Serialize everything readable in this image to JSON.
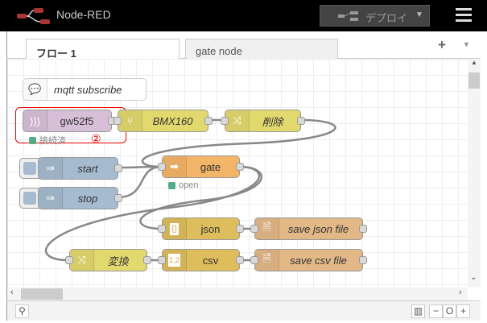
{
  "header": {
    "title": "Node-RED",
    "deploy_label": "デプロイ",
    "colors": {
      "background": "#000000",
      "logo": "#aa3333"
    }
  },
  "tabs": [
    {
      "label": "フロー 1",
      "active": true
    },
    {
      "label": "gate node",
      "active": false
    }
  ],
  "tabbar": {
    "add_icon": "plus-icon",
    "menu_icon": "chevron-down-icon"
  },
  "nodes": {
    "comment": {
      "label": "mqtt subscribe",
      "icon": "speech-bubble-icon"
    },
    "mqtt": {
      "label": "gw52f5",
      "icon": "signal-icon",
      "status": "接続済",
      "annotation": "②"
    },
    "bmx": {
      "label": "BMX160",
      "icon": "switch-icon"
    },
    "delete": {
      "label": "削除",
      "icon": "shuffle-icon"
    },
    "start": {
      "label": "start",
      "icon": "arrow-right-icon"
    },
    "stop": {
      "label": "stop",
      "icon": "arrow-right-icon"
    },
    "gate": {
      "label": "gate",
      "icon": "gate-arrow-icon",
      "status": "open"
    },
    "json": {
      "label": "json",
      "icon": "braces-icon",
      "icon_text": "{}"
    },
    "savejson": {
      "label": "save json file",
      "icon": "file-icon"
    },
    "convert": {
      "label": "変換",
      "icon": "shuffle-icon"
    },
    "csv": {
      "label": "csv",
      "icon": "csv-icon",
      "icon_text": "1,2"
    },
    "savecsv": {
      "label": "save csv file",
      "icon": "file-icon"
    }
  },
  "footer": {
    "zoom_out": "−",
    "zoom_reset": "O",
    "zoom_in": "+"
  }
}
